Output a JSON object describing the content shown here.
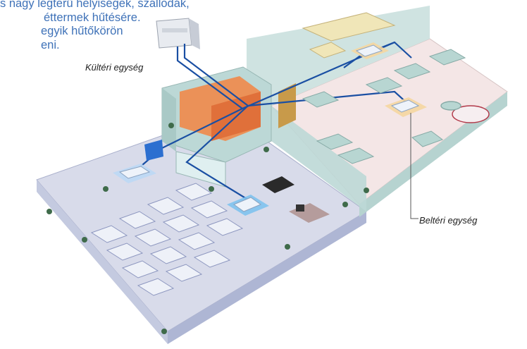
{
  "intro": {
    "lines": [
      "s nagy légterű helyiségek, szállodák,",
      "éttermek hűtésére.",
      "egyik hűtőkörön",
      "eni."
    ]
  },
  "labels": {
    "outdoor_unit": "Kültéri egység",
    "indoor_unit": "Beltéri egység"
  },
  "colors": {
    "intro_text": "#3f72b8",
    "floor": "#d8dbea",
    "wall": "#bcd8d6",
    "refrigerant_pipe": "#1a4fa3",
    "right_floor": "#f4e6e6"
  }
}
